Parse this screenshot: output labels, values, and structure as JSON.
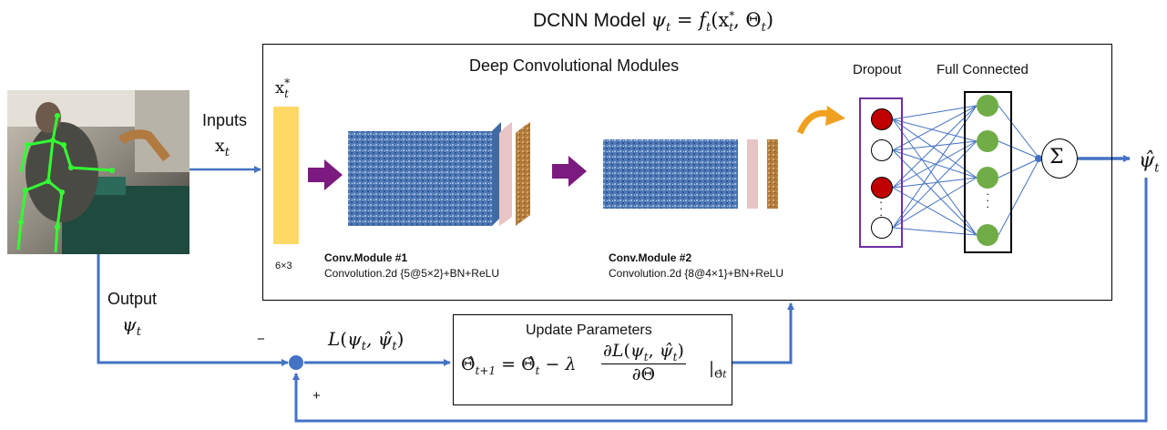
{
  "title": {
    "prefix": "DCNN Model ",
    "formula": "ψ_t = f_t(x*_t, Θ_t)"
  },
  "modules_title": "Deep Convolutional Modules",
  "input_vector_label": "x*_t",
  "input_dim": "6×3",
  "inputs": {
    "label": "Inputs",
    "symbol": "x_t"
  },
  "output": {
    "label": "Output",
    "symbol": "ψ_t"
  },
  "conv1": {
    "name": "Conv.Module #1",
    "desc": "Convolution.2d {5@5×2}+BN+ReLU"
  },
  "conv2": {
    "name": "Conv.Module #2",
    "desc": "Convolution.2d {8@4×1}+BN+ReLU"
  },
  "dropout_label": "Dropout",
  "fc_label": "Full Connected",
  "sum_symbol": "Σ",
  "prediction_symbol": "ψ̂_t",
  "loss_label": "L(ψ_t, ψ̂_t)",
  "minus_sign": "−",
  "plus_sign": "+",
  "update": {
    "title": "Update Parameters",
    "formula": "Θ̂_{t+1} = Θ̂_t − λ ∂L(ψ_t, ψ̂_t)/∂Θ |_{Θ̂_t}"
  },
  "colors": {
    "arrow_blue": "#4472c4",
    "purple_arrow": "#7b1a7f",
    "orange_arrow": "#f0a020",
    "input_bar": "#ffd966",
    "red_neuron": "#c00000",
    "green_neuron": "#70ad47",
    "dropout_border": "#7030a0"
  },
  "icons": [
    "skeleton-tracking-photo",
    "purple-right-arrow",
    "orange-curved-arrow"
  ]
}
